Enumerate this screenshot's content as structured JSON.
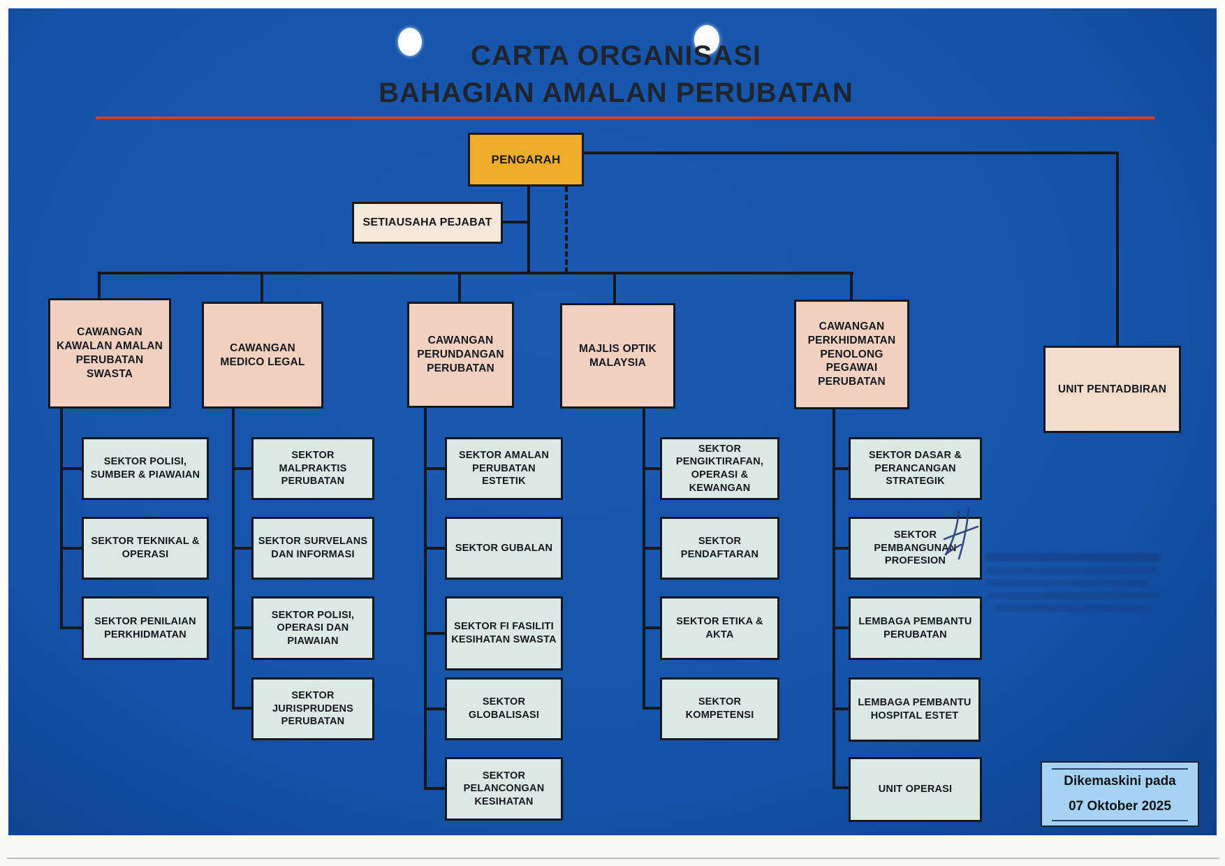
{
  "title": {
    "line1": "CARTA ORGANISASI",
    "line2": "BAHAGIAN AMALAN PERUBATAN"
  },
  "director": {
    "label": "PENGARAH"
  },
  "secretary": {
    "label": "SETIAUSAHA PEJABAT"
  },
  "admin_unit": {
    "label": "UNIT PENTADBIRAN"
  },
  "branches": [
    {
      "label": "CAWANGAN KAWALAN AMALAN PERUBATAN SWASTA",
      "children": [
        "SEKTOR POLISI, SUMBER & PIAWAIAN",
        "SEKTOR TEKNIKAL & OPERASI",
        "SEKTOR PENILAIAN PERKHIDMATAN"
      ]
    },
    {
      "label": "CAWANGAN MEDICO LEGAL",
      "children": [
        "SEKTOR MALPRAKTIS PERUBATAN",
        "SEKTOR SURVELANS DAN INFORMASI",
        "SEKTOR POLISI, OPERASI DAN PIAWAIAN",
        "SEKTOR JURISPRUDENS PERUBATAN"
      ]
    },
    {
      "label": "CAWANGAN PERUNDANGAN PERUBATAN",
      "children": [
        "SEKTOR AMALAN PERUBATAN ESTETIK",
        "SEKTOR GUBALAN",
        "SEKTOR FI FASILITI KESIHATAN SWASTA",
        "SEKTOR GLOBALISASI",
        "SEKTOR PELANCONGAN KESIHATAN"
      ]
    },
    {
      "label": "MAJLIS OPTIK MALAYSIA",
      "children": [
        "SEKTOR PENGIKTIRAFAN, OPERASI & KEWANGAN",
        "SEKTOR PENDAFTARAN",
        "SEKTOR ETIKA & AKTA",
        "SEKTOR KOMPETENSI"
      ]
    },
    {
      "label": "CAWANGAN PERKHIDMATAN PENOLONG PEGAWAI PERUBATAN",
      "children": [
        "SEKTOR DASAR & PERANCANGAN STRATEGIK",
        "SEKTOR PEMBANGUNAN PROFESION",
        "LEMBAGA PEMBANTU PERUBATAN",
        "LEMBAGA PEMBANTU HOSPITAL ESTET",
        "UNIT OPERASI"
      ]
    }
  ],
  "updated": {
    "label": "Dikemaskini pada",
    "date": "07 Oktober 2025"
  },
  "colors": {
    "page_blue": "#1b59b3",
    "blue_deep": "#0f428c",
    "orange": "#f0ad2b",
    "salmon": "#f2d1c0",
    "peach": "#f3dcc9",
    "cream": "#f2e7da",
    "mint": "#dbe8e4",
    "update_blue": "#a6d3f2",
    "rule_red": "#d92e1c",
    "line": "#14181c"
  }
}
